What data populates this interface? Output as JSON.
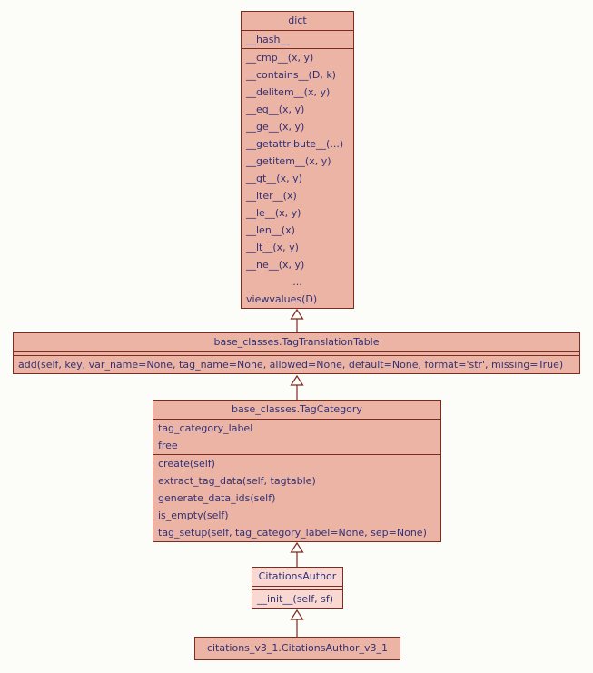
{
  "diagram": {
    "type": "uml-class-diagram",
    "colors": {
      "border": "#7d2b20",
      "text": "#313178",
      "background": "#fcfcf8",
      "box_fill": "#ecb4a4",
      "box_fill_light": "#f8d8d1"
    },
    "classes": [
      {
        "key": "dict",
        "title": "dict",
        "fill": "#ecb4a4",
        "attributes": [
          "__hash__"
        ],
        "methods": [
          "__cmp__(x, y)",
          "__contains__(D, k)",
          "__delitem__(x, y)",
          "__eq__(x, y)",
          "__ge__(x, y)",
          "__getattribute__(...)",
          "__getitem__(x, y)",
          "__gt__(x, y)",
          "__iter__(x)",
          "__le__(x, y)",
          "__len__(x)",
          "__lt__(x, y)",
          "__ne__(x, y)",
          "...",
          "viewvalues(D)"
        ]
      },
      {
        "key": "ttt",
        "title": "base_classes.TagTranslationTable",
        "fill": "#ecb4a4",
        "attributes": [],
        "methods": [
          "add(self, key, var_name=None, tag_name=None, allowed=None, default=None, format='str', missing=True)"
        ]
      },
      {
        "key": "tc",
        "title": "base_classes.TagCategory",
        "fill": "#ecb4a4",
        "attributes": [
          "tag_category_label",
          "free"
        ],
        "methods": [
          "create(self)",
          "extract_tag_data(self, tagtable)",
          "generate_data_ids(self)",
          "is_empty(self)",
          "tag_setup(self, tag_category_label=None, sep=None)"
        ]
      },
      {
        "key": "ca",
        "title": "CitationsAuthor",
        "fill": "#f8d8d1",
        "attributes": [],
        "methods": [
          "__init__(self, sf)"
        ]
      },
      {
        "key": "cv",
        "title": "citations_v3_1.CitationsAuthor_v3_1",
        "fill": "#ecb4a4",
        "attributes": null,
        "methods": null
      }
    ],
    "relations": [
      {
        "from": "base_classes.TagTranslationTable",
        "to": "dict",
        "type": "inheritance"
      },
      {
        "from": "base_classes.TagCategory",
        "to": "base_classes.TagTranslationTable",
        "type": "inheritance"
      },
      {
        "from": "CitationsAuthor",
        "to": "base_classes.TagCategory",
        "type": "inheritance"
      },
      {
        "from": "citations_v3_1.CitationsAuthor_v3_1",
        "to": "CitationsAuthor",
        "type": "inheritance"
      }
    ]
  }
}
